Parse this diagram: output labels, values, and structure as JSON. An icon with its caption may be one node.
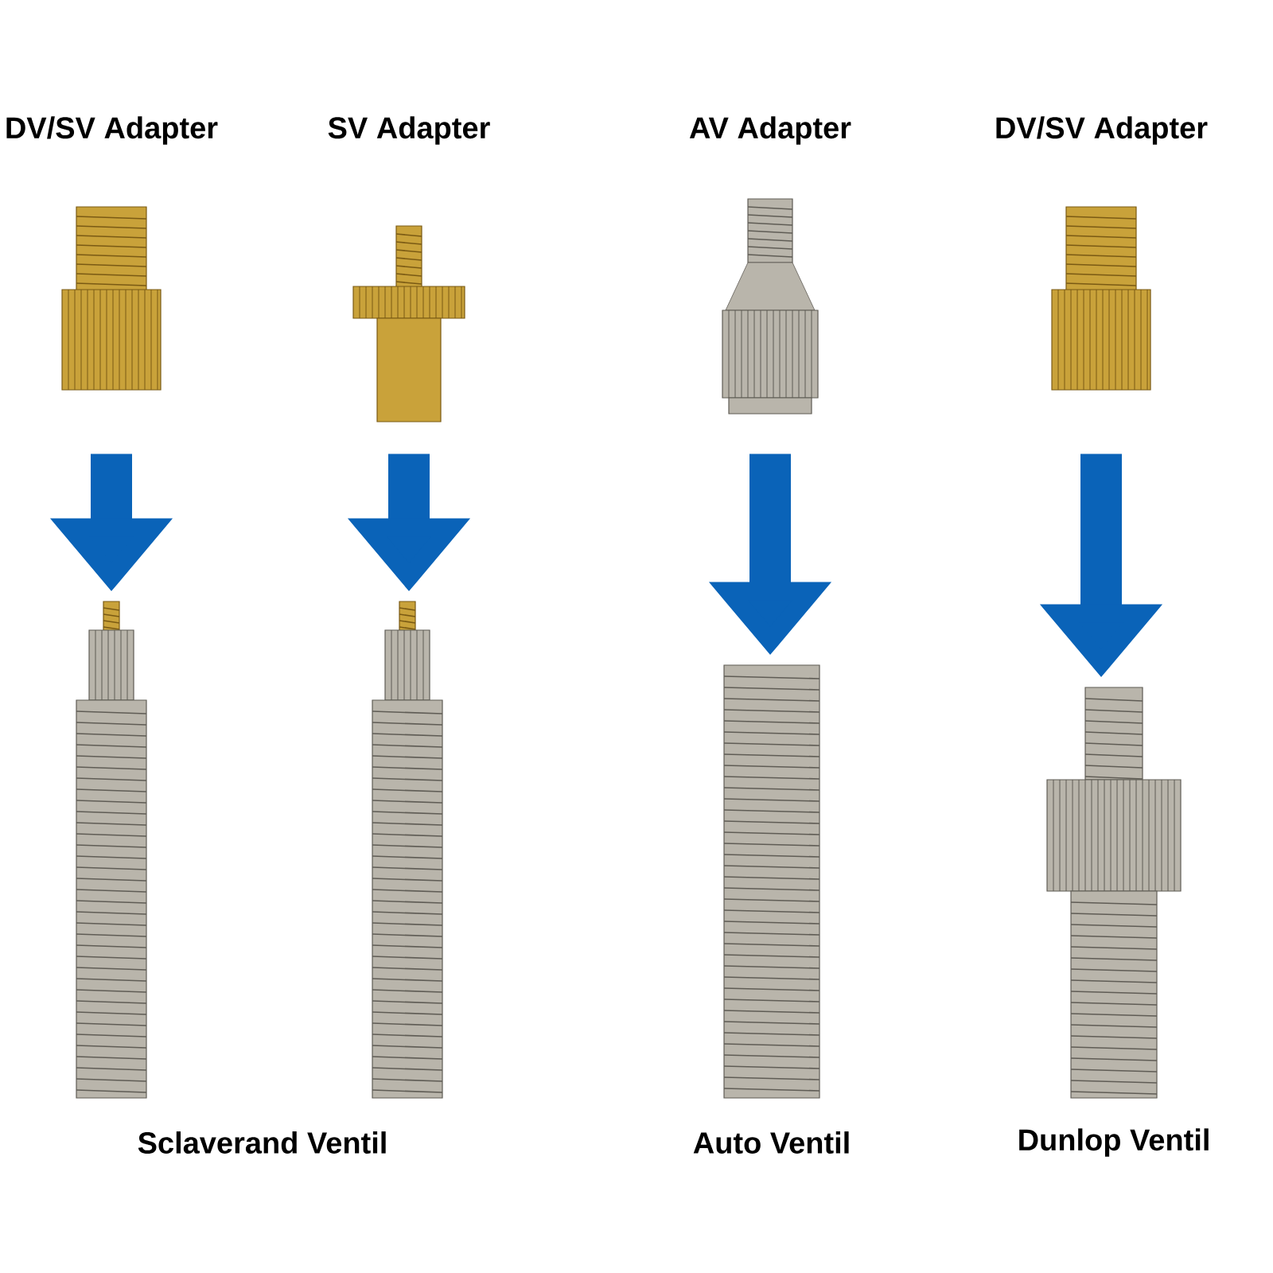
{
  "diagram": {
    "nodes": [
      {
        "text": [
          "DV/SV Adapter"
        ]
      },
      {
        "text": [
          "SV Adapter"
        ]
      },
      {
        "text": [
          "AV Adapter"
        ]
      },
      {
        "text": [
          "DV/SV Adapter"
        ]
      },
      {
        "text": [],
        "shape": "picture"
      },
      {
        "text": [],
        "shape": "picture"
      },
      {
        "text": [
          "Auto Ventil"
        ]
      },
      {
        "text": [
          "Dunlop Ventil"
        ]
      }
    ],
    "edges": [
      {
        "from": 0,
        "to": 4,
        "arrow": "to"
      },
      {
        "from": 1,
        "to": 5,
        "arrow": "to"
      },
      {
        "from": 2,
        "to": 6,
        "arrow": "to"
      },
      {
        "from": 3,
        "to": 7,
        "arrow": "to"
      }
    ],
    "labels": [
      "Sclaverand Ventil"
    ]
  }
}
